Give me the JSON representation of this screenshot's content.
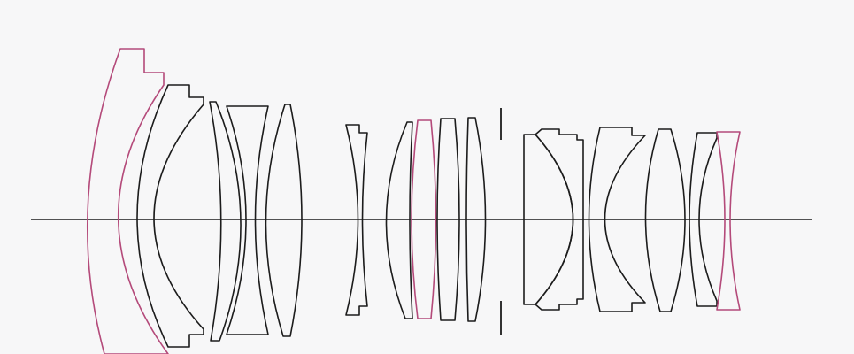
{
  "diagram": {
    "type": "optical-lens-cross-section",
    "colors": {
      "background": "#f7f7f8",
      "outline": "#1c1c1c",
      "special_glass": "#b44a7a",
      "aspherical": "#4aa6d3",
      "axis": "#1c1c1c"
    },
    "legend_note": "",
    "elements": [
      {
        "id": "e1",
        "kind": "meniscus",
        "glass": "special"
      },
      {
        "id": "e2",
        "kind": "meniscus",
        "glass": "normal"
      },
      {
        "id": "e3",
        "kind": "meniscus",
        "glass": "normal"
      },
      {
        "id": "e4",
        "kind": "biconcave",
        "glass": "normal"
      },
      {
        "id": "e5",
        "kind": "biconvex",
        "glass": "normal"
      },
      {
        "id": "e6",
        "kind": "biconcave",
        "glass": "normal"
      },
      {
        "id": "e7",
        "kind": "biconvex",
        "glass": "normal"
      },
      {
        "id": "e8",
        "kind": "biconvex",
        "glass": "special"
      },
      {
        "id": "e9",
        "kind": "biconvex",
        "glass": "normal"
      },
      {
        "id": "e10",
        "kind": "biconvex",
        "glass": "aspherical"
      },
      {
        "id": "e11",
        "kind": "plano-convex",
        "glass": "aspherical"
      },
      {
        "id": "e12",
        "kind": "meniscus",
        "glass": "normal"
      },
      {
        "id": "e13",
        "kind": "meniscus",
        "glass": "normal"
      },
      {
        "id": "e14",
        "kind": "biconvex",
        "glass": "normal"
      },
      {
        "id": "e15",
        "kind": "meniscus",
        "glass": "normal"
      },
      {
        "id": "e16",
        "kind": "biconcave",
        "glass": "special"
      }
    ]
  }
}
